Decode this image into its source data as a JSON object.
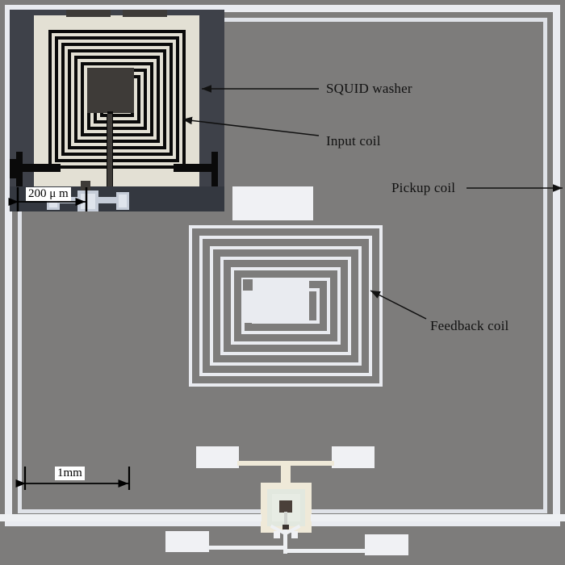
{
  "figure": {
    "background_color": "#7d7c7b",
    "labels": [
      {
        "id": "squid-washer",
        "text": "SQUID washer"
      },
      {
        "id": "input-coil",
        "text": "Input coil"
      },
      {
        "id": "pickup-coil",
        "text": "Pickup coil"
      },
      {
        "id": "feedback-coil",
        "text": "Feedback coil"
      }
    ],
    "scale_bars": [
      {
        "id": "inset-scale",
        "text": "200 μ m"
      },
      {
        "id": "chip-scale",
        "text": "1mm"
      }
    ],
    "colors": {
      "background": "#7d7c7b",
      "coil_light": "#e9ebf0",
      "pad_white": "#f0f1f4",
      "washer_cream": "#e3e0d4",
      "inset_dark": "#3e4149",
      "trace_black": "#0a0a0a",
      "annotation": "#111111"
    }
  }
}
